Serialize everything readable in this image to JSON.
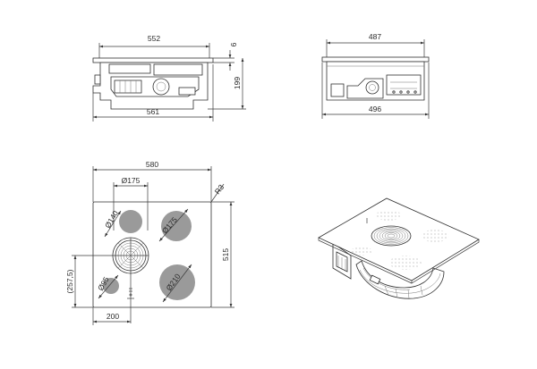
{
  "drawing": {
    "front_view": {
      "dim_top_width": "552",
      "dim_frame_thickness": "6",
      "dim_height": "199",
      "dim_bottom_width": "561"
    },
    "side_view": {
      "dim_top_width": "487",
      "dim_bottom_width": "496"
    },
    "plan_view": {
      "dim_total_width": "580",
      "dim_depth": "515",
      "dim_corner_radius": "R3",
      "dim_fan_offset_x": "200",
      "dim_fan_offset_y": "(257,5)",
      "zone_rear_left_diameter": "Ø140",
      "zone_rear_left_outer_diameter": "Ø175",
      "zone_rear_right_diameter": "Ø175",
      "zone_front_left_diameter": "Ø95",
      "zone_front_right_diameter": "Ø210"
    }
  }
}
